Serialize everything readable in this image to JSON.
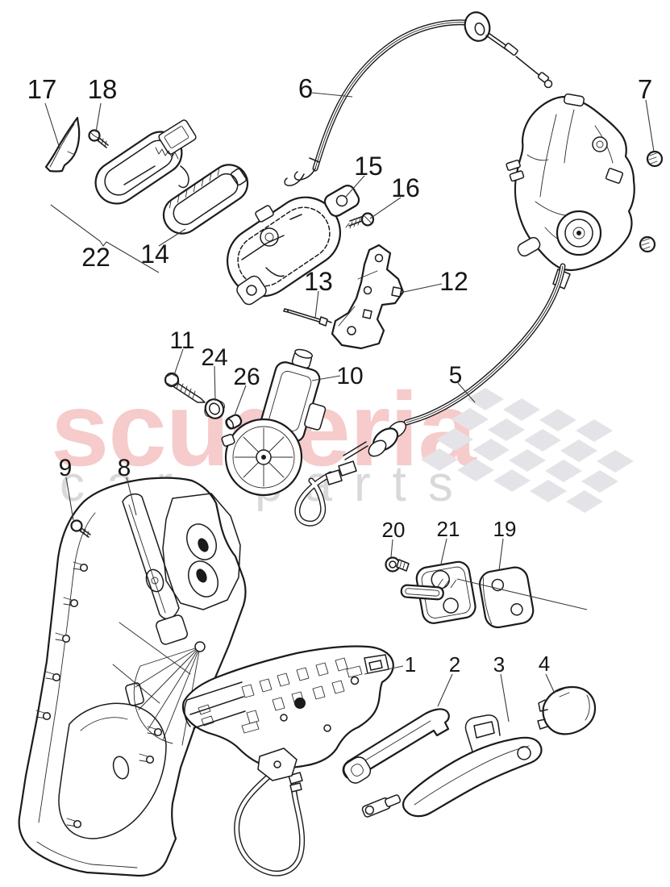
{
  "watermark": {
    "brand": "scuderia",
    "tagline_word1": "car",
    "tagline_word2": "parts",
    "brand_color": "#f6cbcb",
    "tagline_color": "#d9d9d9",
    "flag_color": "#e4e4e8"
  },
  "colors": {
    "line": "#1b1b1b",
    "label": "#161616",
    "background": "#ffffff"
  },
  "callouts": {
    "c1": "1",
    "c2": "2",
    "c3": "3",
    "c4": "4",
    "c5": "5",
    "c6": "6",
    "c7": "7",
    "c8": "8",
    "c9": "9",
    "c10": "10",
    "c11": "11",
    "c12": "12",
    "c13": "13",
    "c14": "14",
    "c15": "15",
    "c16": "16",
    "c17": "17",
    "c18": "18",
    "c19": "19",
    "c20": "20",
    "c21": "21",
    "c22": "22",
    "c24": "24",
    "c26": "26"
  }
}
